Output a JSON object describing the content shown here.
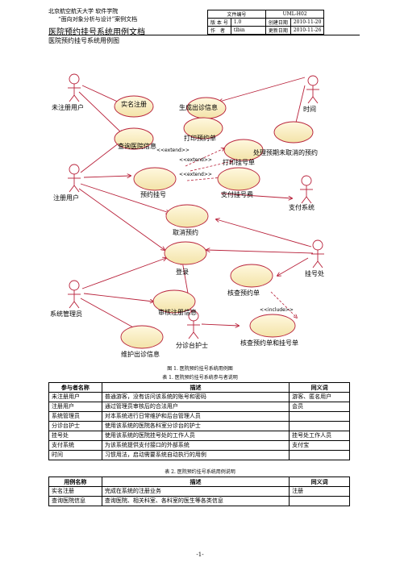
{
  "header": {
    "org": "北京航空航天大学   软件学院",
    "course": "“面向对象分析与设计”案例文档",
    "doc_title": "医院预约挂号系统用例文档",
    "meta": {
      "doc_no_label": "文件编号",
      "doc_no": "UML-H02",
      "version_label": "版 本 号",
      "version": "1.0",
      "created_label": "创建日期",
      "created": "2010-11-20",
      "author_label": "作　者",
      "author": "tlbin",
      "updated_label": "更新日期",
      "updated": "2010-11-26"
    }
  },
  "section_title": "医院预约挂号系统用例图",
  "diagram": {
    "actors": {
      "unregistered": "未注册用户",
      "registered": "注册用户",
      "sysadmin": "系统管理员",
      "time": "时间",
      "payment": "支付系统",
      "office": "挂号处",
      "nurse": "分诊台护士"
    },
    "usecases": {
      "realname": "实名注册",
      "generate": "生成出诊信息",
      "query": "查询医院信息",
      "print_appt": "打印预约单",
      "handle_expired": "处理预期未取消的预约",
      "print_reg": "打印挂号单",
      "appointment": "预约挂号",
      "pay": "支付挂号费",
      "cancel": "取消预约",
      "login": "登录",
      "verify_appt": "核查预约单",
      "audit": "审核注册信息",
      "maintain": "维护出诊信息",
      "verify_both": "核查预约单和挂号单"
    },
    "stereotypes": {
      "extend": "<<extend>>",
      "include": "<<include>>"
    }
  },
  "fig_caption": "图 1. 医院预约挂号系统用例图",
  "table1": {
    "caption": "表 1. 医院预约挂号系统参与者说明",
    "headers": [
      "参与者名称",
      "描述",
      "同义词"
    ],
    "rows": [
      [
        "未注册用户",
        "普通游客，没有访问该系统的账号和密码",
        "游客、匿名用户"
      ],
      [
        "注册用户",
        "通过管理员审核后的合法用户",
        "会员"
      ],
      [
        "系统管理员",
        "对本系统进行日常维护和后台管理人员",
        ""
      ],
      [
        "分诊台护士",
        "使用该系统的医院各科室分诊台的护士",
        ""
      ],
      [
        "挂号处",
        "使用该系统的医院挂号处的工作人员",
        "挂号处工作人员"
      ],
      [
        "支付系统",
        "为该系统提供支付接口的外部系统",
        "支付宝"
      ],
      [
        "时间",
        "习惯用法，启动需要系统自动执行的用例",
        ""
      ]
    ]
  },
  "table2": {
    "caption": "表 2. 医院预约挂号系统用例说明",
    "headers": [
      "用例名称",
      "描述",
      "同义词"
    ],
    "rows": [
      [
        "实名注册",
        "完成在系统的注册业务",
        "注册"
      ],
      [
        "查询医院信息",
        "查询医院、相关科室、各科室的医生等各类信息",
        ""
      ]
    ]
  },
  "page_number": "-1-"
}
